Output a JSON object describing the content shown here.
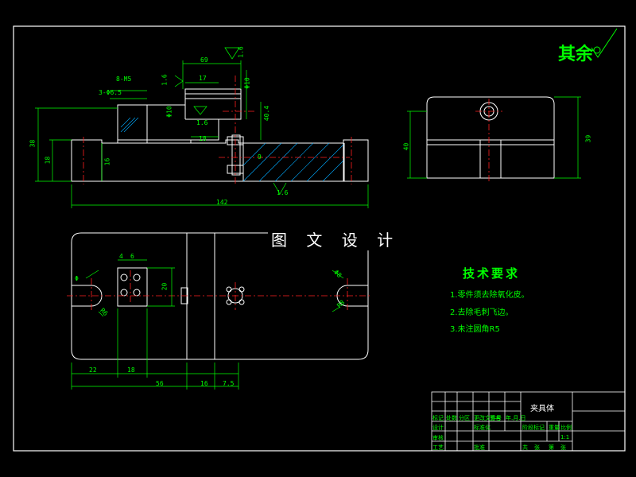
{
  "watermark": "图 文 设 计",
  "surface_finish_note": "其余",
  "requirements": {
    "title": "技术要求",
    "items": [
      "1.零件须去除氧化皮。",
      "2.去除毛刺飞边。",
      "3.未注圆角R5"
    ]
  },
  "dims_front": {
    "top_a": "69",
    "top_b": "17",
    "r_16a": "1.6",
    "r_16b": "1.6",
    "r_16c": "1.6",
    "r_16d": "1.6",
    "left_a": "8-M5",
    "left_b": "3-Φ6.5",
    "h_total": "38",
    "h_base": "18",
    "h_step": "16",
    "mid_a": "Φ10",
    "mid_b": "18",
    "mid_c": "9",
    "right_a": "40.4",
    "right_b": "Φ10",
    "length": "142"
  },
  "dims_side": {
    "h_a": "40",
    "h_b": "39"
  },
  "dims_plan": {
    "w_a": "4",
    "w_b": "6",
    "h_a": "20",
    "left_r": "R6",
    "left_d": "Φ",
    "right_r": "R8",
    "right_d": "Φ8",
    "bot_a": "22",
    "bot_b": "18",
    "bot_c": "56",
    "bot_d": "16",
    "bot_e": "7.5"
  },
  "title_block": {
    "part_name": "夹具体",
    "row1": [
      "标记",
      "处数",
      "分区",
      "更改文件号",
      "签名",
      "年.月.日"
    ],
    "row2": [
      "设计",
      "",
      "",
      "标准化"
    ],
    "row3": [
      "审核"
    ],
    "row4": [
      "工艺",
      "",
      "",
      "批准"
    ],
    "stage": [
      "阶段标记",
      "重量",
      "比例"
    ],
    "scale": "1:1",
    "sheet": [
      "共",
      "张",
      "第",
      "张"
    ]
  },
  "colors": {
    "line": "#ffffff",
    "dimension": "#00ff00",
    "centerline": "#ff2020",
    "hatch": "#00aaff",
    "background": "#000000"
  }
}
